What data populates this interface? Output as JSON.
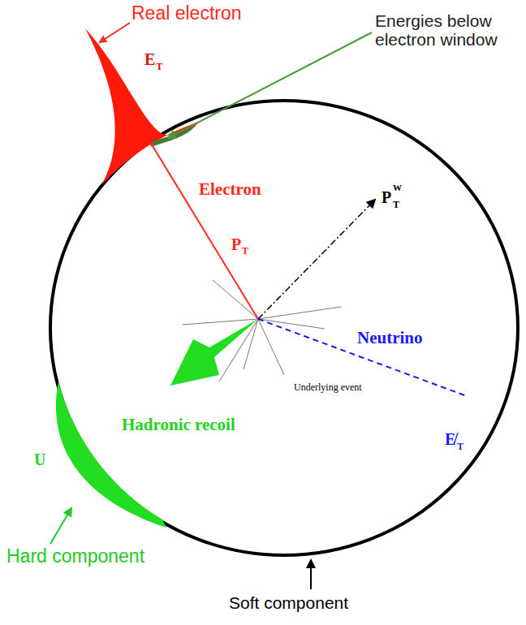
{
  "diagram": {
    "labels": [
      "Real electron",
      "E",
      "T",
      "Energies below electron window",
      "Electron",
      "P",
      "T",
      "P",
      "T",
      "W",
      "Neutrino",
      "Underlying event",
      "Hadronic recoil",
      "U",
      "E̸",
      "T",
      "Hard component",
      "Soft component"
    ]
  }
}
